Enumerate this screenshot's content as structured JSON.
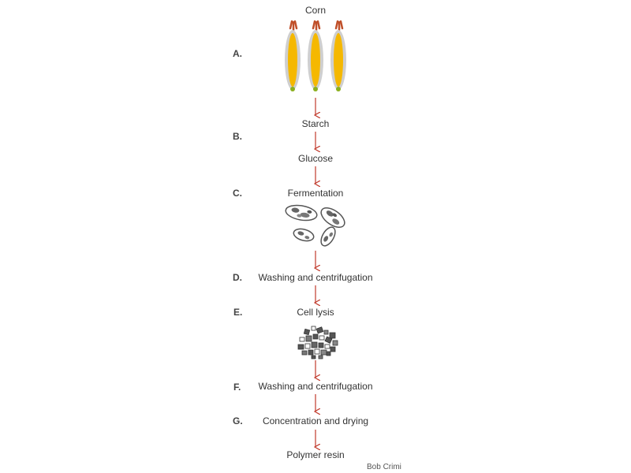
{
  "steps": {
    "corn": "Corn",
    "starch": "Starch",
    "glucose": "Glucose",
    "fermentation": "Fermentation",
    "washing1": "Washing and centrifugation",
    "cell_lysis": "Cell lysis",
    "washing2": "Washing and centrifugation",
    "concentration": "Concentration and drying",
    "polymer": "Polymer resin"
  },
  "labels": {
    "a": "A.",
    "b": "B.",
    "c": "C.",
    "d": "D.",
    "e": "E.",
    "f": "F.",
    "g": "G."
  },
  "credit": "Bob Crimi",
  "colors": {
    "arrow": "#c0392b",
    "corn_kernel": "#f5b800",
    "husk": "#cfcfcf",
    "silk": "#c0502a",
    "stalk_tip": "#8bb01e",
    "cell": "#666666"
  }
}
